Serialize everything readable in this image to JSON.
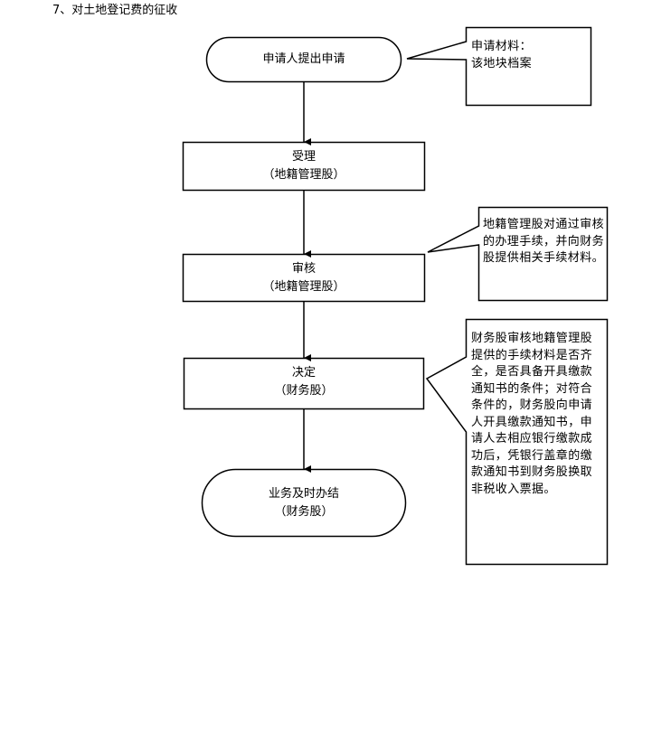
{
  "title": "7、对土地登记费的征收",
  "flow": {
    "start": {
      "line1": "申请人提出申请"
    },
    "step1": {
      "line1": "受理",
      "line2": "（地籍管理股）"
    },
    "step2": {
      "line1": "审核",
      "line2": "（地籍管理股）"
    },
    "step3": {
      "line1": "决定",
      "line2": "（财务股）"
    },
    "end": {
      "line1": "业务及时办结",
      "line2": "（财务股）"
    }
  },
  "callouts": {
    "materials": {
      "line1": "申请材料：",
      "line2": "该地块档案"
    },
    "review": {
      "text": "地籍管理股对通过审核的办理手续，并向财务股提供相关手续材料。"
    },
    "decision": {
      "text": "财务股审核地籍管理股提供的手续材料是否齐全，是否具备开具缴款通知书的条件；对符合条件的，财务股向申请人开具缴款通知书，申请人去相应银行缴款成功后，凭银行盖章的缴款通知书到财务股换取非税收入票据。"
    }
  }
}
